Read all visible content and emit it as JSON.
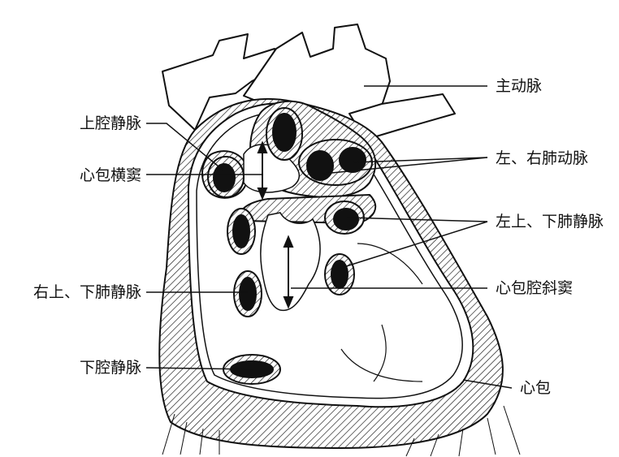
{
  "labels": {
    "aorta": "主动脉",
    "svc": "上腔静脉",
    "transverse_sinus": "心包横窦",
    "pulmonary_arteries": "左、右肺动脉",
    "left_pulmonary_veins": "左上、下肺静脉",
    "right_pulmonary_veins": "右上、下肺静脉",
    "oblique_sinus": "心包腔斜窦",
    "ivc": "下腔静脉",
    "pericardium": "心包"
  },
  "colors": {
    "line": "#111111",
    "fill": "#ffffff",
    "hatch": "#111111"
  }
}
